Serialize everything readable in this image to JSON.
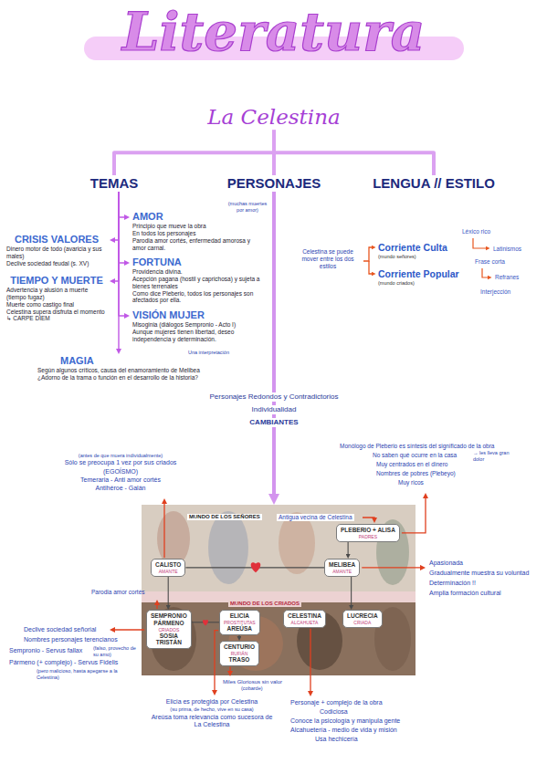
{
  "diagram": {
    "title": "Literatura",
    "nodes": [
      {
        "text": [
          "La Celestina"
        ]
      },
      {
        "text": [
          "TEMAS"
        ]
      },
      {
        "text": [
          "PERSONAJES"
        ]
      },
      {
        "text": [
          "LENGUA // ESTILO"
        ]
      },
      {
        "text": [
          "AMOR",
          "Principio que mueve la obra",
          "En todos los personajes",
          "Parodia amor cortés, enfermedad amorosa y amor carnal."
        ]
      },
      {
        "text": [
          "CRISIS VALORES",
          "Dinero motor de todo (avaricia y sus males)",
          "Declive sociedad feudal (s. XV)"
        ]
      },
      {
        "text": [
          "FORTUNA",
          "Providencia divina.",
          "Acepción pagana (hostil y caprichosa) y sujeta a bienes terrenales",
          "Como dice Pleberio, todos los personajes son afectados por ella."
        ]
      },
      {
        "text": [
          "TIEMPO Y MUERTE",
          "Advertencia y alusión a muerte (tiempo fugaz)",
          "Muerte como castigo final",
          "Celestina supera disfruta el momento",
          "↳ CARPE DIEM"
        ]
      },
      {
        "text": [
          "VISIÓN MUJER",
          "Misoginia (diálogos Sempronio - Acto I)",
          "Aunque mujeres tienen libertad, deseo independencia y determinación."
        ]
      },
      {
        "text": [
          "MAGIA",
          "Según algunos críticos, causa del enamoramiento de Melibea",
          "¿Adorno de la trama o función en el desarrollo de la historia?"
        ]
      },
      {
        "text": [
          "Corriente Culta",
          "(mundo señores)"
        ]
      },
      {
        "text": [
          "Corriente Popular",
          "(mundo criados)"
        ]
      },
      {
        "text": [
          "MUNDO DE LOS SEÑORES"
        ]
      },
      {
        "text": [
          "PLEBERIO + ALISA",
          "PADRES"
        ],
        "in": 12
      },
      {
        "text": [
          "CALISTO",
          "AMANTE"
        ],
        "in": 12
      },
      {
        "text": [
          "MELIBEA",
          "AMANTE"
        ],
        "in": 12
      },
      {
        "text": [
          "MUNDO DE LOS CRIADOS"
        ]
      },
      {
        "text": [
          "SEMPRONIO",
          "PÁRMENO",
          "CRIADOS",
          "SOSIA",
          "TRISTÁN"
        ],
        "in": 16
      },
      {
        "text": [
          "ELICIA",
          "PROSTITUTAS",
          "AREÚSA"
        ],
        "in": 16
      },
      {
        "text": [
          "CENTURIO",
          "RUFIÁN",
          "TRASO"
        ],
        "in": 16
      },
      {
        "text": [
          "CELESTINA",
          "ALCAHUETA"
        ],
        "in": 16
      },
      {
        "text": [
          "LUCRECIA",
          "CRIADA"
        ],
        "in": 16
      }
    ],
    "edges": [
      {
        "from": 0,
        "to": 1,
        "arrow": "none"
      },
      {
        "from": 0,
        "to": 2,
        "arrow": "none"
      },
      {
        "from": 0,
        "to": 3,
        "arrow": "none"
      },
      {
        "from": 1,
        "to": 4,
        "arrow": "to"
      },
      {
        "from": 1,
        "to": 5,
        "arrow": "to"
      },
      {
        "from": 1,
        "to": 6,
        "arrow": "to"
      },
      {
        "from": 1,
        "to": 7,
        "arrow": "to"
      },
      {
        "from": 1,
        "to": 8,
        "arrow": "to"
      },
      {
        "from": 1,
        "to": 9,
        "arrow": "to"
      },
      {
        "from": 2,
        "to": 12,
        "arrow": "to"
      },
      {
        "from": 13,
        "to": 15,
        "arrow": "to"
      },
      {
        "from": 14,
        "to": 15,
        "arrow": "none"
      },
      {
        "from": 14,
        "to": 17,
        "arrow": "to"
      },
      {
        "from": 15,
        "to": 21,
        "arrow": "to"
      },
      {
        "from": 17,
        "to": 18,
        "arrow": "none"
      },
      {
        "from": 18,
        "to": 19,
        "arrow": "to"
      }
    ],
    "labels": [
      "(muchas muertes por amor)",
      "Una interpretación",
      "Celestina se puede mover entre los dos estilos",
      "Léxico rico",
      "Latinismos",
      "Frase corta",
      "Refranes",
      "Interjección",
      "Personajes Redondos y Contradictorios",
      "Individualidad",
      "CAMBIANTES",
      "(antes de que muera individualmente)",
      "Sólo se preocupa 1 vez por sus criados",
      "(EGOÍSMO)",
      "Temeraria - Anti amor cortés",
      "Antihéroe - Galán",
      "Monólogo de Pleberio es síntesis del significado de la obra",
      "No saben qué ocurre en la casa",
      "→ les lleva gran dolor",
      "Muy centrados en el dinero",
      "Nombres de pobres (Plebeyo)",
      "Muy ricos",
      "Antigua vecina de Celestina",
      "Apasionada",
      "Gradualmente muestra su voluntad",
      "Determinación !!",
      "Amplia formación cultural",
      "Parodia amor cortés",
      "Declive sociedad señorial",
      "Nombres personajes terencianos",
      "Sempronio - Servus fallax",
      "(falso, provecho de su amo)",
      "Pármeno (+ complejo) - Servus Fidelis",
      "(pero malicioso, hasta apegarse a la Celestina)",
      "Miles Gloriosus sin valor",
      "(cobarde)",
      "Elicia es protegida por Celestina",
      "(su prima, de hecho, vive en su casa)",
      "Areúsa toma relevancia como sucesora de La Celestina",
      "Personaje + complejo de la obra",
      "Codiciosa",
      "Conoce la psicología y manipula gente",
      "Alcahuetería - medio de vida y misión",
      "Usa hechicería"
    ]
  }
}
